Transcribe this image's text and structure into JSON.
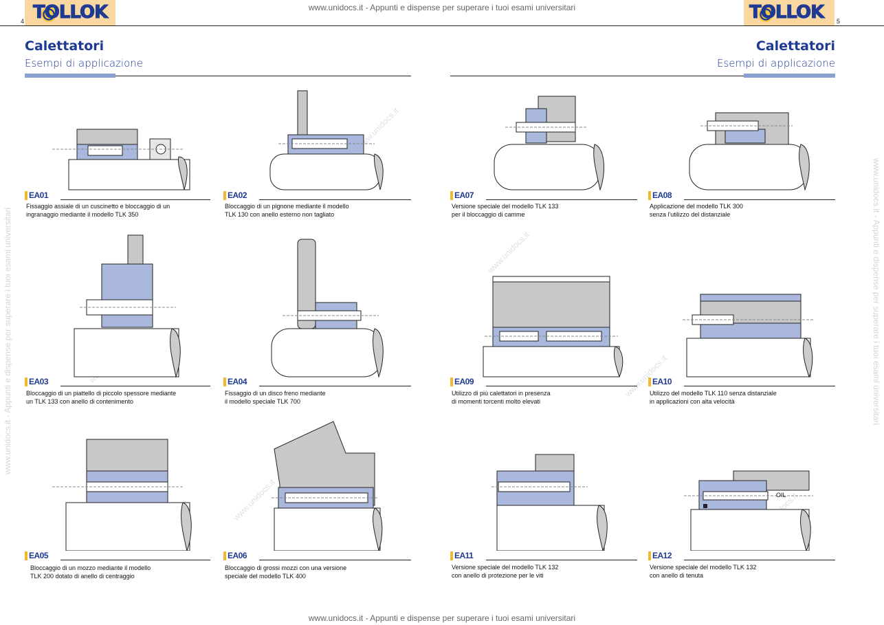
{
  "header": {
    "brand": "TOLLOK",
    "page_left": "4",
    "page_right": "5",
    "url_line": "www.unidocs.it - Appunti e dispense per superare i tuoi esami universitari"
  },
  "section": {
    "title": "Calettatori",
    "subtitle": "Esempi di applicazione"
  },
  "watermark": {
    "site": "www.unidocs.it",
    "side_text": "www.unidocs.it - Appunti e dispense per superare i tuoi esami universitari"
  },
  "examples": [
    {
      "code": "EA01",
      "caption1": "Fissaggio assiale di un cuscinetto e bloccaggio di un",
      "caption2": "ingranaggio mediante il modello TLK 350"
    },
    {
      "code": "EA02",
      "caption1": "Bloccaggio di un pignone mediante il modello",
      "caption2": "TLK 130 con anello esterno non tagliato"
    },
    {
      "code": "EA03",
      "caption1": "Bloccaggio di un piattello di piccolo spessore mediante",
      "caption2": "un TLK 133 con anello di contenimento"
    },
    {
      "code": "EA04",
      "caption1": "Fissaggio di un disco freno mediante",
      "caption2": "il modello speciale TLK 700"
    },
    {
      "code": "EA05",
      "caption1": "Bloccaggio di un mozzo mediante il modello",
      "caption2": "TLK 200 dotato di anello di centraggio"
    },
    {
      "code": "EA06",
      "caption1": "Bloccaggio di grossi mozzi con una versione",
      "caption2": "speciale del modello TLK 400"
    },
    {
      "code": "EA07",
      "caption1": "Versione speciale del modello TLK 133",
      "caption2": "per il bloccaggio di camme"
    },
    {
      "code": "EA08",
      "caption1": "Applicazione del modello TLK 300",
      "caption2": "senza l'utilizzo del distanziale"
    },
    {
      "code": "EA09",
      "caption1": "Utilizzo di più calettatori in presenza",
      "caption2": "di momenti torcenti molto elevati"
    },
    {
      "code": "EA10",
      "caption1": "Utilizzo del modello TLK 110 senza distanziale",
      "caption2": "in applicazioni con alta velocità"
    },
    {
      "code": "EA11",
      "caption1": "Versione speciale del modello TLK 132",
      "caption2": "con anello di protezione per le viti"
    },
    {
      "code": "EA12",
      "caption1": "Versione speciale del modello TLK 132",
      "caption2": "con anello di tenuta",
      "label": "OIL"
    }
  ],
  "colors": {
    "accent_blue": "#1f3a93",
    "part_blue": "#a9b8dc",
    "hub_gray": "#c8c8c8",
    "tab_gold": "#f2b830",
    "corner_tan": "#f8d8a0"
  }
}
